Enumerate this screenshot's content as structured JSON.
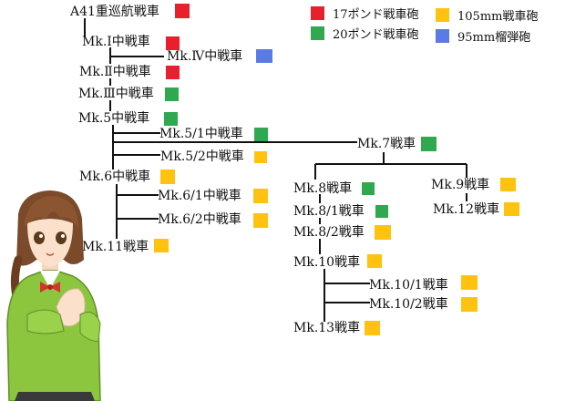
{
  "colors": {
    "gun_17pdr": "#e8202e",
    "gun_20pdr": "#2fa84f",
    "gun_105mm": "#ffc20e",
    "gun_95mm": "#5a7be6"
  },
  "legend": [
    {
      "label": "17ポンド戦車砲",
      "color": "#e8202e"
    },
    {
      "label": "105mm戦車砲",
      "color": "#ffc20e"
    },
    {
      "label": "20ポンド戦車砲",
      "color": "#2fa84f"
    },
    {
      "label": "95mm榴弾砲",
      "color": "#5a7be6"
    }
  ],
  "nodes": {
    "a41": {
      "label": "A41重巡航戦車",
      "gun": "17ポンド戦車砲",
      "color": "#e8202e"
    },
    "mk1": {
      "label": "Mk.Ⅰ中戦車",
      "gun": "17ポンド戦車砲",
      "color": "#e8202e"
    },
    "mk4": {
      "label": "Mk.Ⅳ中戦車",
      "gun": "95mm榴弾砲",
      "color": "#5a7be6"
    },
    "mk2": {
      "label": "Mk.Ⅱ中戦車",
      "gun": "17ポンド戦車砲",
      "color": "#e8202e"
    },
    "mk3": {
      "label": "Mk.Ⅲ中戦車",
      "gun": "20ポンド戦車砲",
      "color": "#2fa84f"
    },
    "mk5": {
      "label": "Mk.5中戦車",
      "gun": "20ポンド戦車砲",
      "color": "#2fa84f"
    },
    "mk5_1": {
      "label": "Mk.5/1中戦車",
      "gun": "20ポンド戦車砲",
      "color": "#2fa84f"
    },
    "mk5_2": {
      "label": "Mk.5/2中戦車",
      "gun": "105mm戦車砲",
      "color": "#ffc20e"
    },
    "mk6": {
      "label": "Mk.6中戦車",
      "gun": "105mm戦車砲",
      "color": "#ffc20e"
    },
    "mk6_1": {
      "label": "Mk.6/1中戦車",
      "gun": "105mm戦車砲",
      "color": "#ffc20e"
    },
    "mk6_2": {
      "label": "Mk.6/2中戦車",
      "gun": "105mm戦車砲",
      "color": "#ffc20e"
    },
    "mk11": {
      "label": "Mk.11戦車",
      "gun": "105mm戦車砲",
      "color": "#ffc20e"
    },
    "mk7": {
      "label": "Mk.7戦車",
      "gun": "20ポンド戦車砲",
      "color": "#2fa84f"
    },
    "mk8": {
      "label": "Mk.8戦車",
      "gun": "20ポンド戦車砲",
      "color": "#2fa84f"
    },
    "mk8_1": {
      "label": "Mk.8/1戦車",
      "gun": "20ポンド戦車砲",
      "color": "#2fa84f"
    },
    "mk8_2": {
      "label": "Mk.8/2戦車",
      "gun": "105mm戦車砲",
      "color": "#ffc20e"
    },
    "mk10": {
      "label": "Mk.10戦車",
      "gun": "105mm戦車砲",
      "color": "#ffc20e"
    },
    "mk10_1": {
      "label": "Mk.10/1戦車",
      "gun": "105mm戦車砲",
      "color": "#ffc20e"
    },
    "mk10_2": {
      "label": "Mk.10/2戦車",
      "gun": "105mm戦車砲",
      "color": "#ffc20e"
    },
    "mk13": {
      "label": "Mk.13戦車",
      "gun": "105mm戦車砲",
      "color": "#ffc20e"
    },
    "mk9": {
      "label": "Mk.9戦車",
      "gun": "105mm戦車砲",
      "color": "#ffc20e"
    },
    "mk12": {
      "label": "Mk.12戦車",
      "gun": "105mm戦車砲",
      "color": "#ffc20e"
    }
  },
  "edges": [
    [
      "a41",
      "mk1"
    ],
    [
      "mk1",
      "mk4"
    ],
    [
      "mk1",
      "mk2"
    ],
    [
      "mk2",
      "mk3"
    ],
    [
      "mk3",
      "mk5"
    ],
    [
      "mk5",
      "mk5_1"
    ],
    [
      "mk5",
      "mk5_2"
    ],
    [
      "mk5",
      "mk7"
    ],
    [
      "mk5",
      "mk6"
    ],
    [
      "mk6",
      "mk6_1"
    ],
    [
      "mk6",
      "mk6_2"
    ],
    [
      "mk6",
      "mk11"
    ],
    [
      "mk7",
      "mk8"
    ],
    [
      "mk7",
      "mk9"
    ],
    [
      "mk8",
      "mk8_1"
    ],
    [
      "mk8_1",
      "mk8_2"
    ],
    [
      "mk8_2",
      "mk10"
    ],
    [
      "mk10",
      "mk10_1"
    ],
    [
      "mk10",
      "mk10_2"
    ],
    [
      "mk10",
      "mk13"
    ],
    [
      "mk9",
      "mk12"
    ]
  ]
}
